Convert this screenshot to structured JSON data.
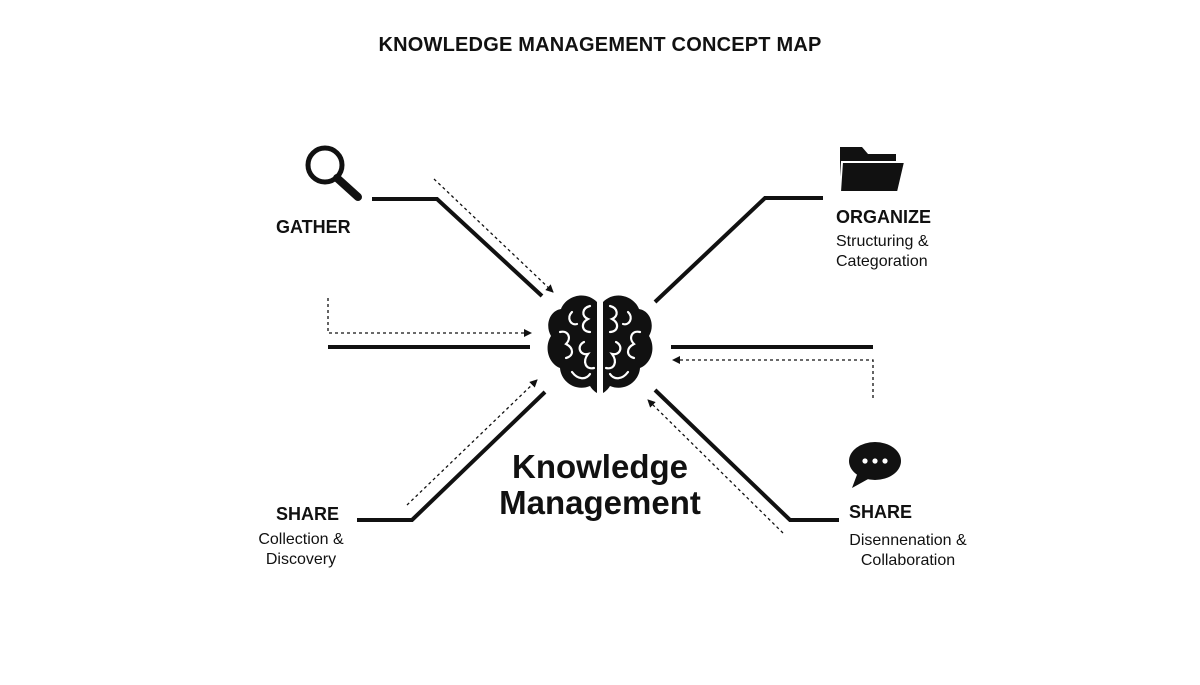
{
  "title": "KNOWLEDGE MANAGEMENT CONCEPT MAP",
  "center": {
    "line1": "Knowledge",
    "line2": "Management",
    "icon": "brain-icon"
  },
  "nodes": {
    "gather": {
      "label": "GATHER",
      "icon": "magnifying-glass-icon"
    },
    "organize": {
      "label": "ORGANIZE",
      "desc1": "Structuring &",
      "desc2": "Categoration",
      "icon": "folder-icon"
    },
    "share_left": {
      "label": "SHARE",
      "desc1": "Collection &",
      "desc2": "Discovery"
    },
    "share_right": {
      "label": "SHARE",
      "desc1": "Disennenation &",
      "desc2": "Collaboration",
      "icon": "speech-bubble-icon"
    }
  },
  "colors": {
    "ink": "#111111",
    "background": "#ffffff"
  }
}
